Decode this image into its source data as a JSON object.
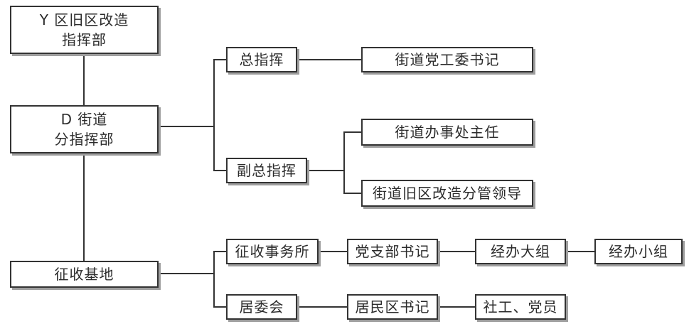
{
  "nodes": {
    "hq": {
      "line1": "Y 区旧区改造",
      "line2": "指挥部"
    },
    "sub_hq": {
      "line1": "D 街道",
      "line2": "分指挥部"
    },
    "base": {
      "label": "征收基地"
    },
    "chief": {
      "label": "总指挥"
    },
    "deputy": {
      "label": "副总指挥"
    },
    "party_secretary": {
      "label": "街道党工委书记"
    },
    "office_director": {
      "label": "街道办事处主任"
    },
    "renewal_leader": {
      "label": "街道旧区改造分管领导"
    },
    "office": {
      "label": "征收事务所"
    },
    "branch_secretary": {
      "label": "党支部书记"
    },
    "big_group": {
      "label": "经办大组"
    },
    "small_group": {
      "label": "经办小组"
    },
    "residents_committee": {
      "label": "居委会"
    },
    "district_secretary": {
      "label": "居民区书记"
    },
    "social_workers": {
      "label": "社工、党员"
    }
  },
  "colors": {
    "box_border": "#333333",
    "box_shadow": "#9e9e9e",
    "line": "#333333",
    "text": "#2b2b2b"
  }
}
